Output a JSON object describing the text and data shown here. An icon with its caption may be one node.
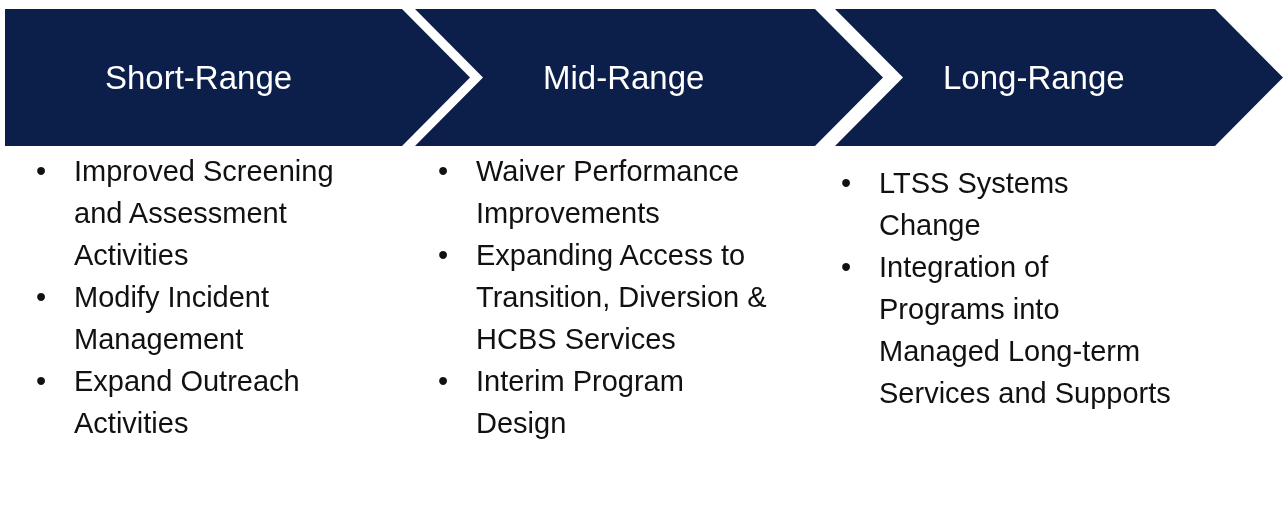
{
  "diagram": {
    "nodes": [
      {
        "text": [
          "Short-Range"
        ],
        "beside": [
          "• Improved Screening and Assessment Activities",
          "• Modify Incident Management",
          "• Expand Outreach Activities"
        ]
      },
      {
        "text": [
          "Mid-Range"
        ],
        "beside": [
          "• Waiver Performance Improvements",
          "• Expanding Access to Transition, Diversion & HCBS Services",
          "• Interim Program Design"
        ]
      },
      {
        "text": [
          "Long-Range"
        ],
        "beside": [
          "• LTSS Systems Change",
          "• Integration of Programs into Managed Long-term Services and Supports"
        ]
      }
    ],
    "edges": []
  }
}
